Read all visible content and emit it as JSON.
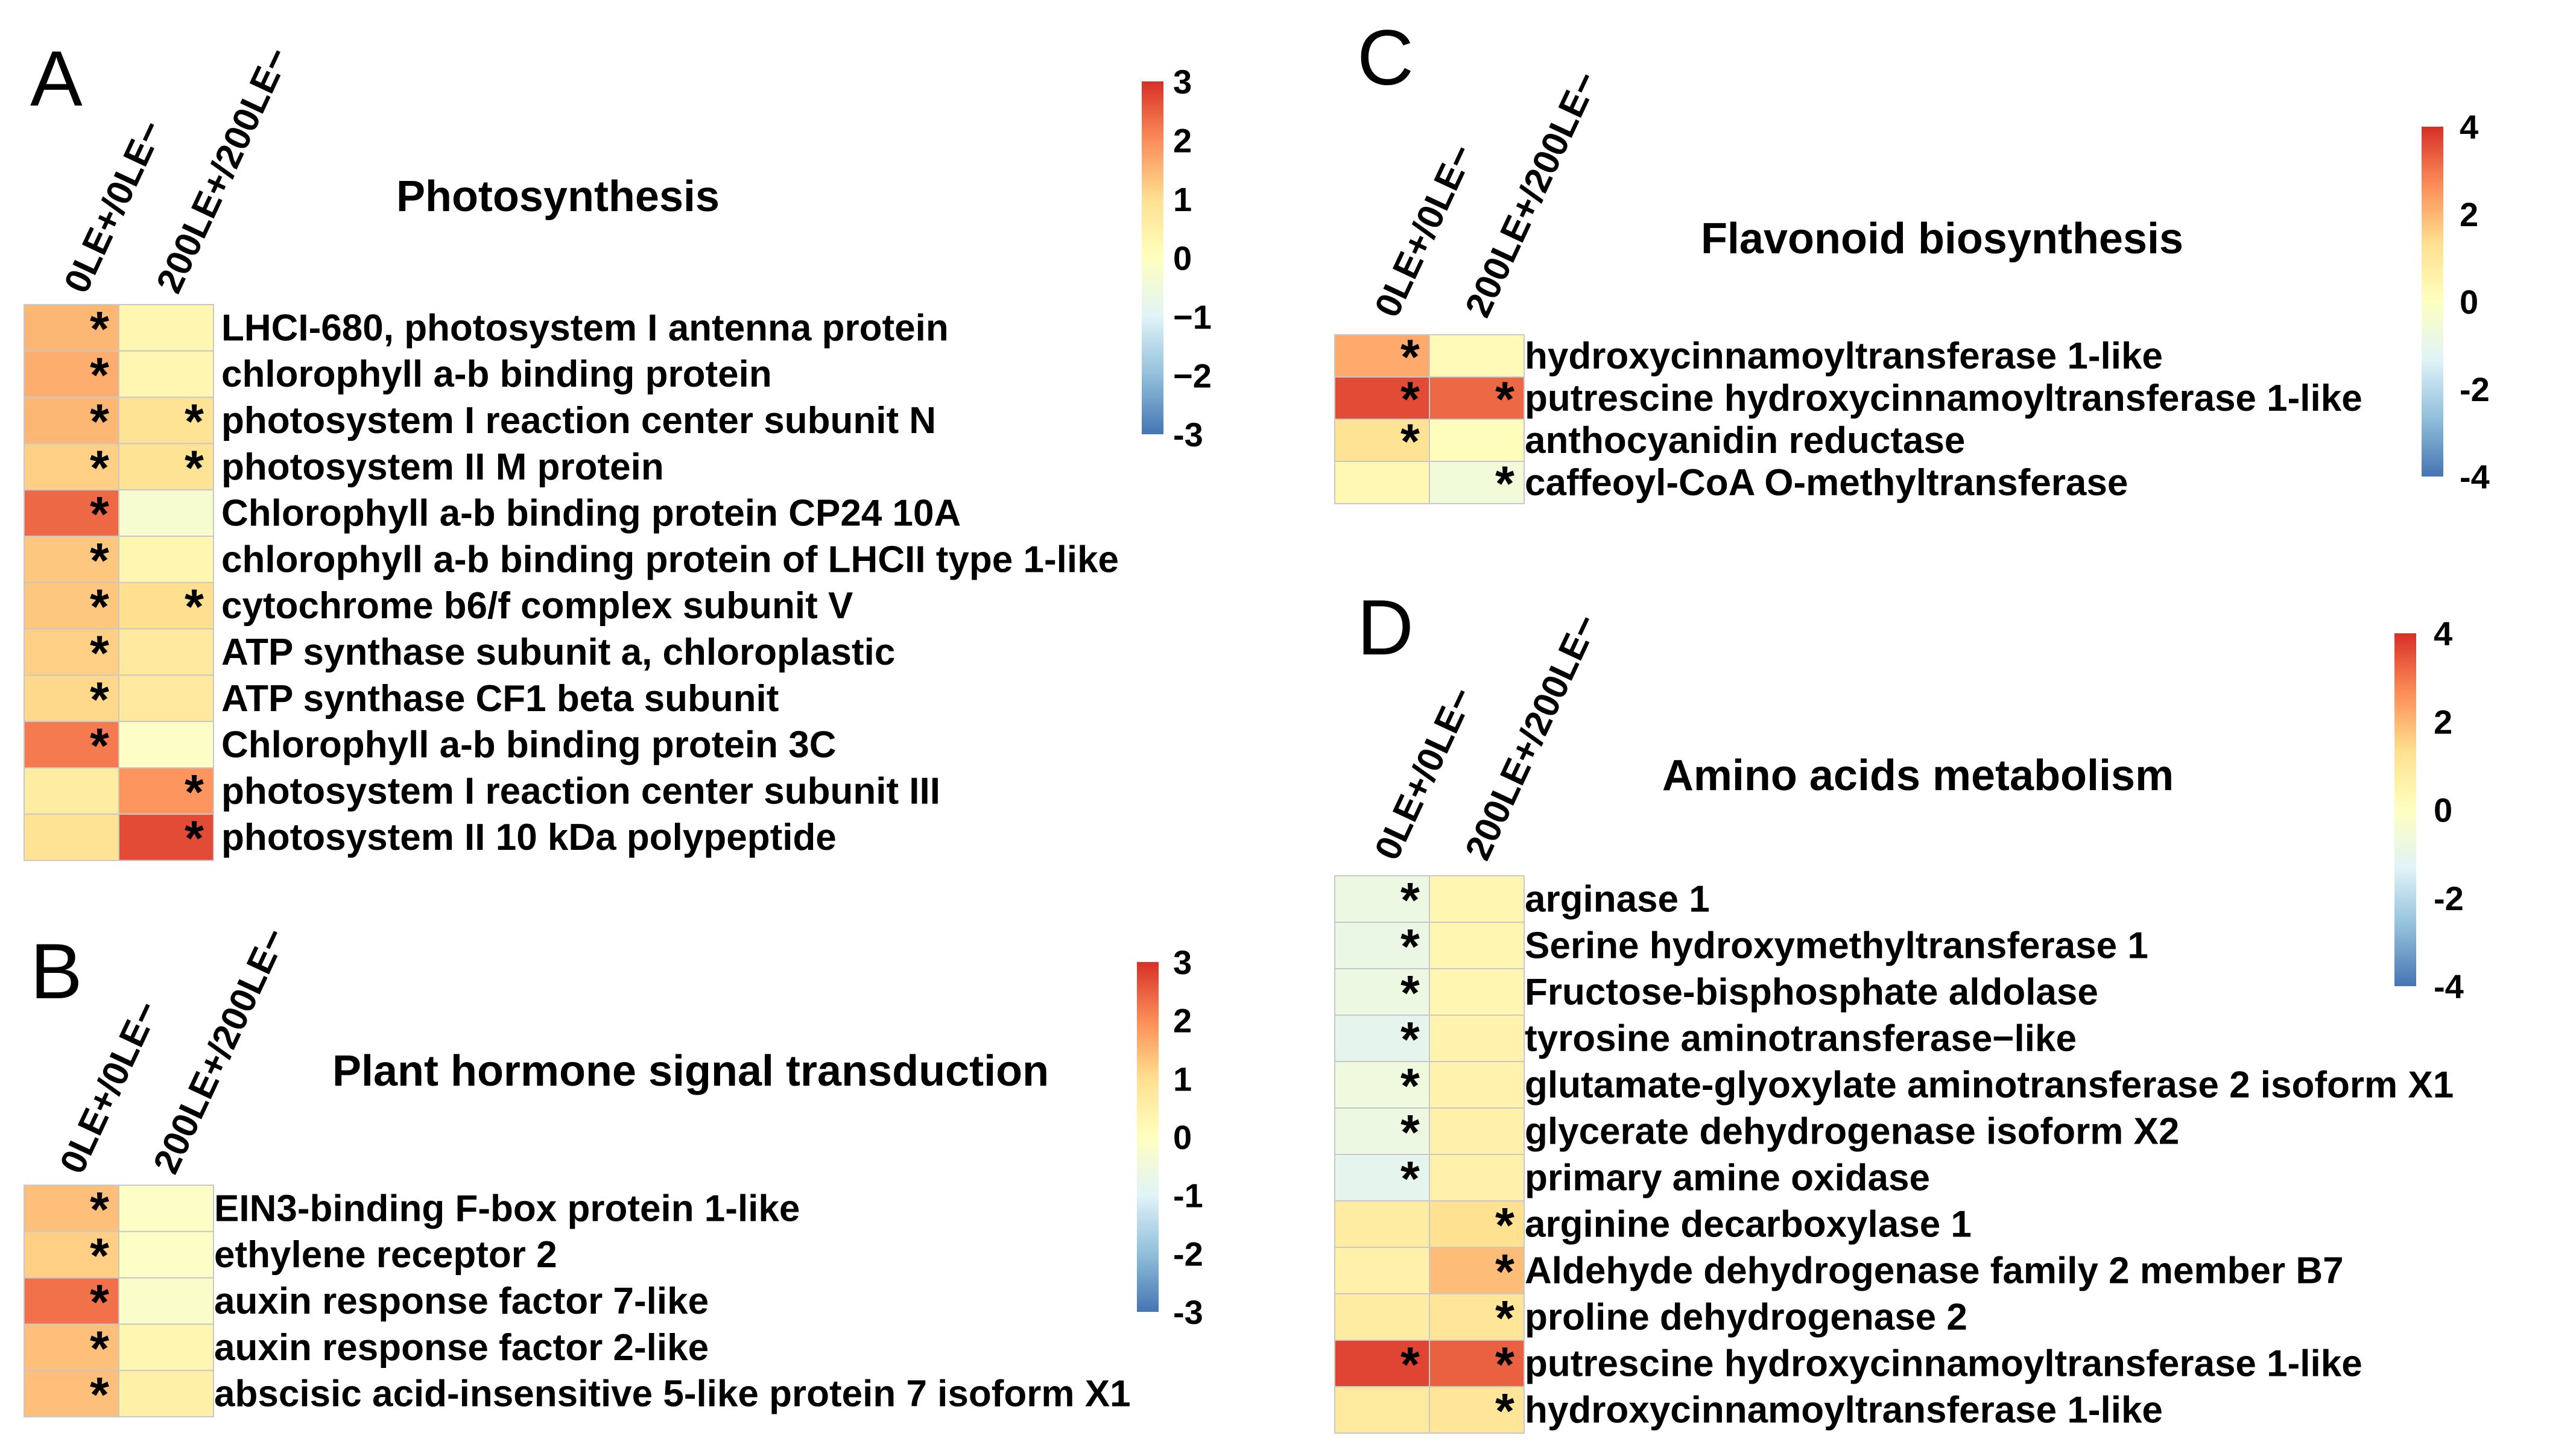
{
  "colors": {
    "low": "#4575b4",
    "mid": "#ffffbf",
    "high": "#d73027",
    "stops": [
      "#4575b4",
      "#91bfdb",
      "#e0f3f8",
      "#ffffbf",
      "#fee090",
      "#fc8d59",
      "#d73027"
    ]
  },
  "chart_data": [
    {
      "type": "heatmap",
      "panel": "A",
      "title": "Photosynthesis",
      "columns": [
        "0LE+/0LE−",
        "200LE+/200LE−"
      ],
      "rows": [
        "LHCI-680, photosystem I antenna protein",
        "chlorophyll a-b binding protein",
        "photosystem I reaction center subunit N",
        "photosystem II M protein",
        "Chlorophyll a-b binding protein CP24 10A",
        "chlorophyll a-b binding protein of LHCII type 1-like",
        "cytochrome b6/f complex subunit V",
        "ATP synthase subunit a, chloroplastic",
        "ATP synthase CF1 beta subunit",
        "Chlorophyll a-b binding protein 3C",
        "photosystem I reaction center subunit III",
        "photosystem II 10 kDa polypeptide"
      ],
      "values": [
        [
          1.5,
          0.3
        ],
        [
          1.6,
          0.3
        ],
        [
          1.5,
          0.9
        ],
        [
          1.2,
          0.9
        ],
        [
          2.4,
          -0.3
        ],
        [
          1.3,
          0.3
        ],
        [
          1.3,
          1.0
        ],
        [
          1.2,
          0.7
        ],
        [
          1.1,
          0.7
        ],
        [
          2.2,
          -0.1
        ],
        [
          0.6,
          1.9
        ],
        [
          0.9,
          2.7
        ]
      ],
      "significant": [
        [
          true,
          false
        ],
        [
          true,
          false
        ],
        [
          true,
          true
        ],
        [
          true,
          true
        ],
        [
          true,
          false
        ],
        [
          true,
          false
        ],
        [
          true,
          true
        ],
        [
          true,
          false
        ],
        [
          true,
          false
        ],
        [
          true,
          false
        ],
        [
          false,
          true
        ],
        [
          false,
          true
        ]
      ],
      "colorbar": {
        "range": [
          -3,
          3
        ],
        "ticks": [
          "3",
          "2",
          "1",
          "0",
          "−1",
          "−2",
          "-3"
        ]
      }
    },
    {
      "type": "heatmap",
      "panel": "B",
      "title": "Plant hormone signal transduction",
      "columns": [
        "0LE+/0LE−",
        "200LE+/200LE−"
      ],
      "rows": [
        "EIN3-binding F-box protein 1-like",
        "ethylene receptor 2",
        "auxin response factor 7-like",
        "auxin response factor 2-like",
        "abscisic acid-insensitive 5-like protein 7 isoform X1"
      ],
      "values": [
        [
          1.4,
          -0.1
        ],
        [
          1.2,
          -0.1
        ],
        [
          2.3,
          -0.2
        ],
        [
          1.4,
          0.3
        ],
        [
          1.4,
          0.5
        ]
      ],
      "significant": [
        [
          true,
          false
        ],
        [
          true,
          false
        ],
        [
          true,
          false
        ],
        [
          true,
          false
        ],
        [
          true,
          false
        ]
      ],
      "colorbar": {
        "range": [
          -3,
          3
        ],
        "ticks": [
          "3",
          "2",
          "1",
          "0",
          "-1",
          "-2",
          "-3"
        ]
      }
    },
    {
      "type": "heatmap",
      "panel": "C",
      "title": "Flavonoid biosynthesis",
      "columns": [
        "0LE+/0LE−",
        "200LE+/200LE−"
      ],
      "rows": [
        "hydroxycinnamoyltransferase 1-like",
        "putrescine hydroxycinnamoyltransferase 1-like",
        "anthocyanidin reductase",
        "caffeoyl-CoA O-methyltransferase"
      ],
      "values": [
        [
          2.2,
          0.2
        ],
        [
          3.6,
          3.2
        ],
        [
          1.2,
          0.1
        ],
        [
          0.3,
          -0.6
        ]
      ],
      "significant": [
        [
          true,
          false
        ],
        [
          true,
          true
        ],
        [
          true,
          false
        ],
        [
          false,
          true
        ]
      ],
      "colorbar": {
        "range": [
          -4,
          4
        ],
        "ticks": [
          "4",
          "2",
          "0",
          "-2",
          "-4"
        ]
      }
    },
    {
      "type": "heatmap",
      "panel": "D",
      "title": "Amino acids metabolism",
      "columns": [
        "0LE+/0LE−",
        "200LE+/200LE−"
      ],
      "rows": [
        "arginase 1",
        "Serine hydroxymethyltransferase 1",
        "Fructose-bisphosphate aldolase",
        "tyrosine aminotransferase−like",
        "glutamate-glyoxylate aminotransferase 2 isoform X1",
        "glycerate dehydrogenase isoform X2",
        "primary amine oxidase",
        "arginine decarboxylase 1",
        "Aldehyde dehydrogenase family 2 member B7",
        "proline dehydrogenase 2",
        "putrescine hydroxycinnamoyltransferase 1-like",
        "hydroxycinnamoyltransferase 1-like"
      ],
      "values": [
        [
          -0.8,
          0.4
        ],
        [
          -0.9,
          0.4
        ],
        [
          -0.8,
          0.4
        ],
        [
          -1.1,
          0.5
        ],
        [
          -0.7,
          0.5
        ],
        [
          -0.8,
          0.6
        ],
        [
          -1.1,
          0.6
        ],
        [
          0.8,
          1.3
        ],
        [
          0.6,
          1.9
        ],
        [
          0.8,
          1.1
        ],
        [
          3.7,
          3.3
        ],
        [
          0.9,
          1.1
        ]
      ],
      "significant": [
        [
          true,
          false
        ],
        [
          true,
          false
        ],
        [
          true,
          false
        ],
        [
          true,
          false
        ],
        [
          true,
          false
        ],
        [
          true,
          false
        ],
        [
          true,
          false
        ],
        [
          false,
          true
        ],
        [
          false,
          true
        ],
        [
          false,
          true
        ],
        [
          true,
          true
        ],
        [
          false,
          true
        ]
      ],
      "colorbar": {
        "range": [
          -4,
          4
        ],
        "ticks": [
          "4",
          "2",
          "0",
          "-2",
          "-4"
        ]
      }
    }
  ]
}
